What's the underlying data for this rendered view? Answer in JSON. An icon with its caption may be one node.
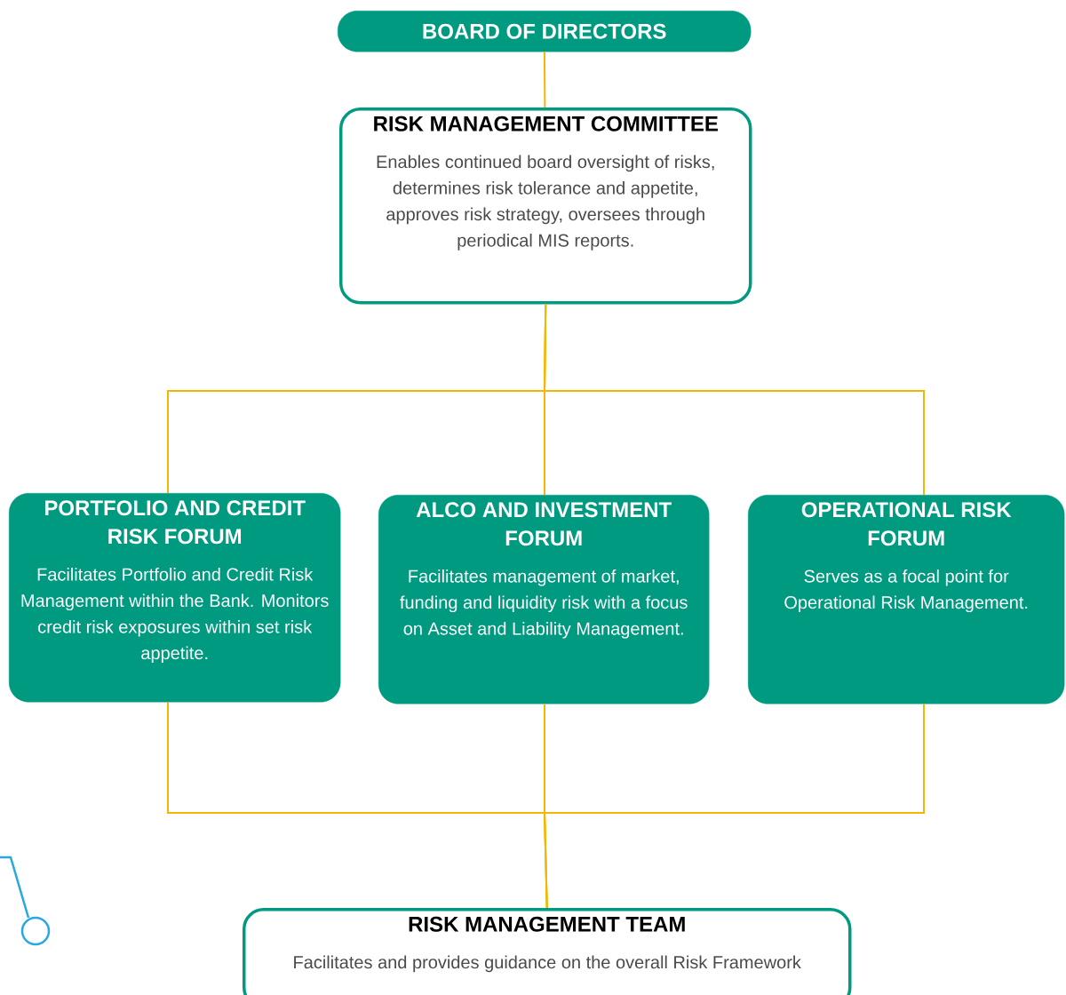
{
  "diagram": {
    "nodes": [
      {
        "text": [
          "BOARD OF DIRECTORS"
        ]
      },
      {
        "text": [
          "RISK MANAGEMENT COMMITTEE",
          "Enables continued board oversight of risks, determines risk tolerance and appetite, approves risk strategy, oversees through periodical MIS reports."
        ]
      },
      {
        "text": [
          "PORTFOLIO AND CREDIT RISK FORUM",
          "Facilitates Portfolio and Credit Risk Management within the Bank. Monitors credit risk exposures within set risk appetite."
        ]
      },
      {
        "text": [
          "ALCO AND INVESTMENT FORUM",
          "Facilitates management of market, funding and liquidity risk with a focus on Asset and Liability Management."
        ]
      },
      {
        "text": [
          "OPERATIONAL RISK FORUM",
          "Serves as a focal point for Operational Risk Management."
        ]
      },
      {
        "text": [
          "RISK MANAGEMENT TEAM",
          "Facilitates and provides guidance on the overall Risk Framework"
        ]
      }
    ],
    "edges": [
      {
        "from": 0,
        "to": 1,
        "arrow": "none"
      },
      {
        "from": 1,
        "to": 2,
        "arrow": "none"
      },
      {
        "from": 1,
        "to": 3,
        "arrow": "none"
      },
      {
        "from": 1,
        "to": 4,
        "arrow": "none"
      },
      {
        "from": 2,
        "to": 5,
        "arrow": "none"
      },
      {
        "from": 3,
        "to": 5,
        "arrow": "none"
      },
      {
        "from": 4,
        "to": 5,
        "arrow": "none"
      }
    ]
  }
}
